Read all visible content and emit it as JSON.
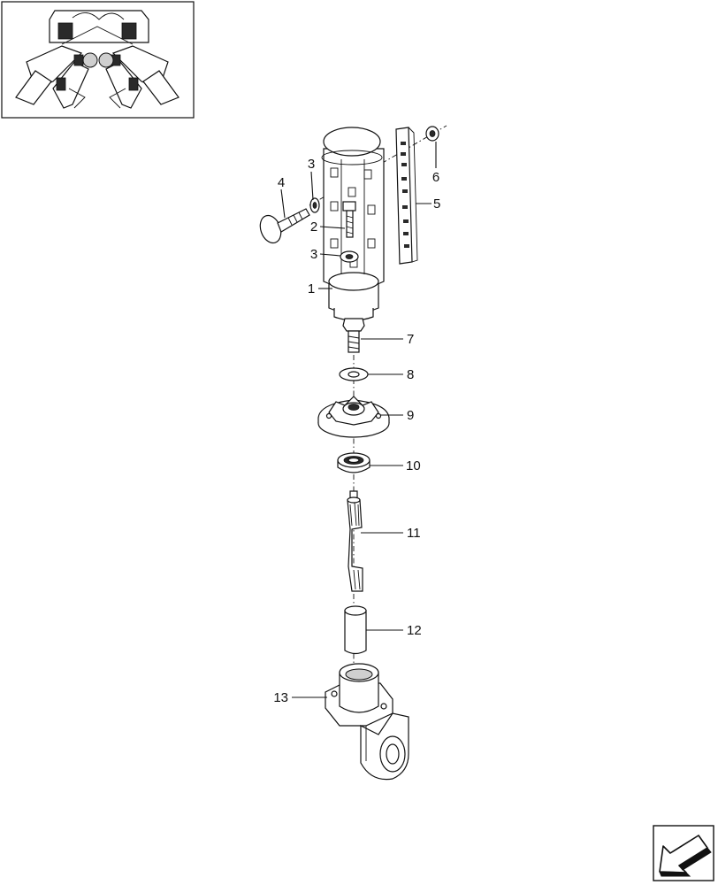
{
  "diagram": {
    "parts": [
      {
        "id": "1",
        "label": "1"
      },
      {
        "id": "2",
        "label": "2"
      },
      {
        "id": "3a",
        "label": "3"
      },
      {
        "id": "3b",
        "label": "3"
      },
      {
        "id": "4",
        "label": "4"
      },
      {
        "id": "5",
        "label": "5"
      },
      {
        "id": "6",
        "label": "6"
      },
      {
        "id": "7",
        "label": "7"
      },
      {
        "id": "8",
        "label": "8"
      },
      {
        "id": "9",
        "label": "9"
      },
      {
        "id": "10",
        "label": "10"
      },
      {
        "id": "11",
        "label": "11"
      },
      {
        "id": "12",
        "label": "12"
      },
      {
        "id": "13",
        "label": "13"
      }
    ]
  }
}
